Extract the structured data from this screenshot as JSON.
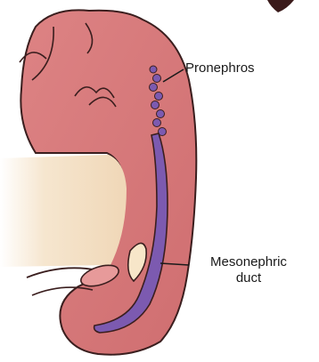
{
  "labels": {
    "pronephros": "Pronephros",
    "mesonephric_line1": "Mesonephric",
    "mesonephric_line2": "duct"
  },
  "colors": {
    "tissue": "#d9797b",
    "tissue_outline": "#3a1e1e",
    "duct": "#7c5ab0",
    "yolk": "#f3dfc4"
  }
}
